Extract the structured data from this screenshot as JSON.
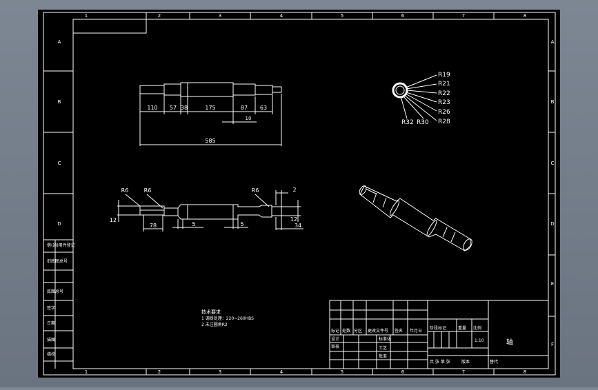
{
  "frame": {
    "columns_top": [
      "1",
      "2",
      "3",
      "4",
      "5",
      "6",
      "7",
      "8"
    ],
    "columns_bottom": [
      "1",
      "2",
      "3",
      "4",
      "5",
      "6",
      "7",
      "8"
    ],
    "rows_left": [
      "A",
      "B",
      "C",
      "D"
    ],
    "rows_right": [
      "A",
      "B",
      "C",
      "D",
      "E",
      "F"
    ]
  },
  "side_stamps": [
    "借(通)用件登记",
    "旧底图总号",
    "底图总号",
    "签字",
    "日期",
    "描图",
    "描校"
  ],
  "view_top": {
    "dims": [
      "110",
      "57",
      "38",
      "175",
      "87",
      "63"
    ],
    "dim_small": "10",
    "dim_total": "585"
  },
  "view_side": {
    "radii": [
      "R6",
      "R6",
      "R6"
    ],
    "dims": [
      "12",
      "78",
      "5",
      "5",
      "12",
      "34",
      "2"
    ]
  },
  "section_radii": [
    "R19",
    "R21",
    "R22",
    "R23",
    "R26",
    "R28",
    "R32",
    "R30"
  ],
  "tech_notes": {
    "title": "技术要求",
    "line1": "1 调质处理：220~260HBS",
    "line2": "2 未注圆角R2"
  },
  "title_block": {
    "mark": "标记",
    "count": "处数",
    "zone": "分区",
    "change": "更改文件号",
    "sign": "签名",
    "date": "年月日",
    "design": "设计",
    "standard": "标准化",
    "review": "审核",
    "process": "工艺",
    "approve": "批准",
    "stage": "阶段标记",
    "weight": "重量",
    "scale_label": "比例",
    "scale": "1:10",
    "sheets": "共 张 第 张",
    "version": "版本",
    "replace": "替代",
    "part_name": "轴"
  }
}
